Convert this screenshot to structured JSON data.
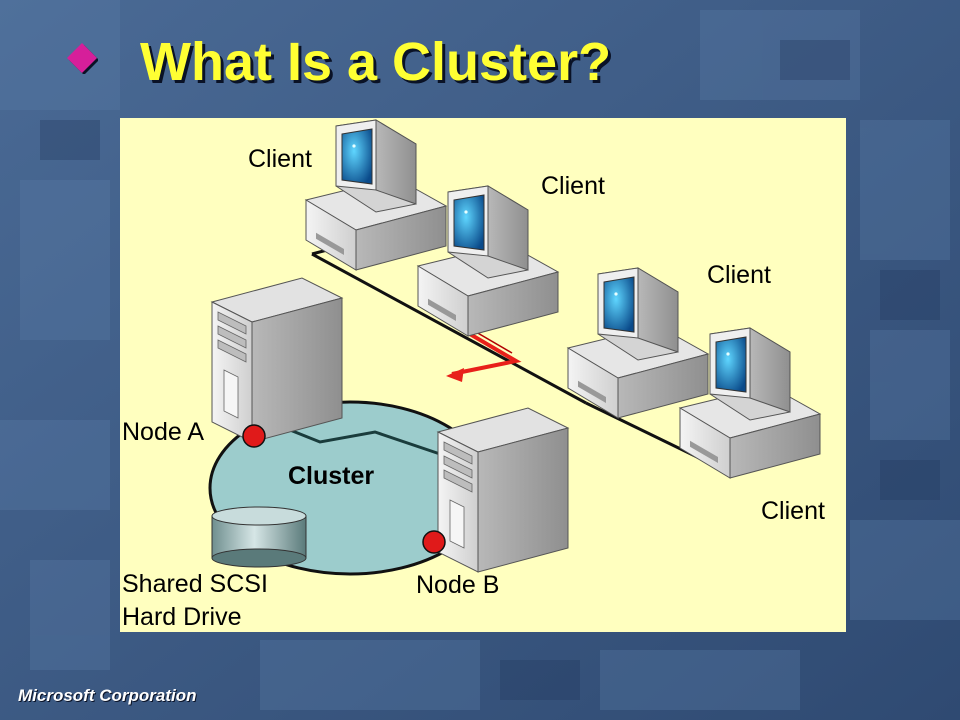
{
  "slide": {
    "title": "What Is a Cluster?",
    "bullet_icon": "diamond-bullet-icon",
    "footer": "Microsoft Corporation"
  },
  "diagram": {
    "clients": [
      {
        "label": "Client"
      },
      {
        "label": "Client"
      },
      {
        "label": "Client"
      },
      {
        "label": "Client"
      }
    ],
    "node_a": {
      "label": "Node A"
    },
    "node_b": {
      "label": "Node B"
    },
    "cluster": {
      "label": "Cluster"
    },
    "shared_drive": {
      "label_line1": "Shared SCSI",
      "label_line2": "Hard Drive"
    },
    "colors": {
      "panel_background": "#ffffbf",
      "cluster_fill": "#9ccccc",
      "failover_arrow": "#e8201a",
      "node_connector": "#e01a1a",
      "title_text": "#ffff33",
      "bullet": "#d61f9a"
    }
  }
}
